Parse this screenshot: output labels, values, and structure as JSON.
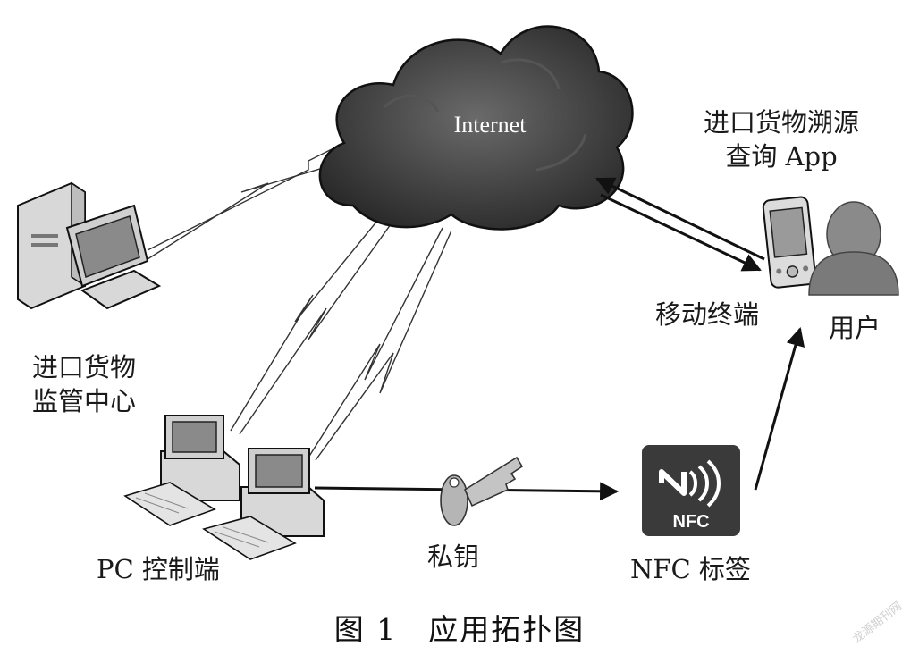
{
  "labels": {
    "internet": "Internet",
    "app": [
      "进口货物溯源",
      "查询 App"
    ],
    "mobile": "移动终端",
    "user": "用户",
    "center": [
      "进口货物",
      "监管中心"
    ],
    "pc": "PC 控制端",
    "key": "私钥",
    "nfc_tag": "NFC 标签",
    "nfc_logo": "NFC"
  },
  "caption": "图 1　应用拓扑图",
  "watermark": "龙源期刊网",
  "colors": {
    "cloud": "#3c3c3c",
    "stroke": "#111111",
    "device": "#cfcfcf",
    "nfc_bg": "#3a3a3a"
  }
}
